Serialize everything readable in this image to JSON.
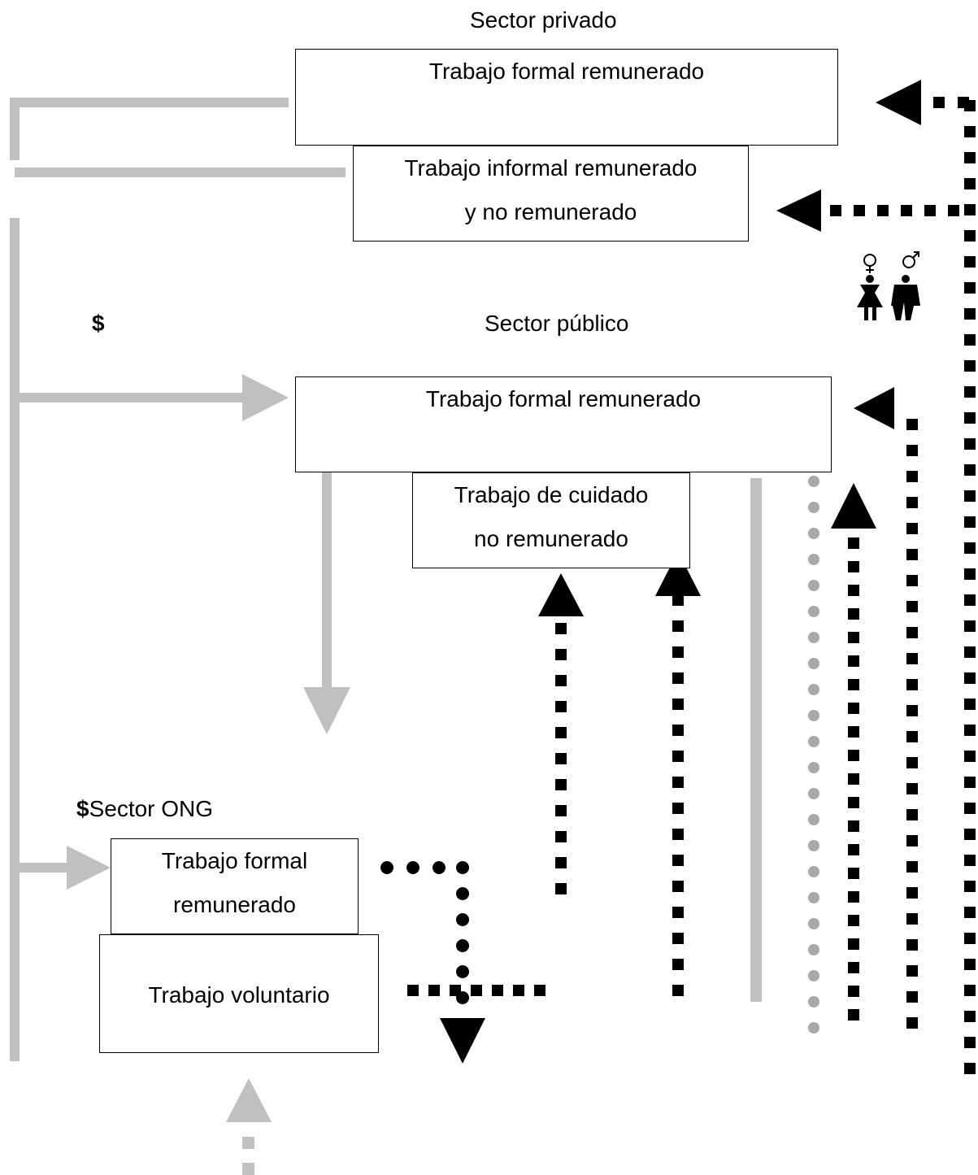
{
  "sectors": {
    "private": {
      "title": "Sector privado",
      "formal": [
        "Trabajo formal remunerado"
      ],
      "informal": [
        "Trabajo informal remunerado",
        "y no remunerado"
      ]
    },
    "public": {
      "currency": "$",
      "title": "Sector público",
      "formal": [
        "Trabajo formal remunerado"
      ],
      "care": [
        "Trabajo de cuidado",
        "no remunerado"
      ]
    },
    "ngo": {
      "currency": "$",
      "title": "Sector ONG",
      "formal": [
        "Trabajo formal",
        "remunerado"
      ],
      "volunteer": [
        "Trabajo voluntario"
      ]
    }
  },
  "icons": [
    "female-symbol-icon",
    "male-symbol-icon",
    "woman-figure-icon",
    "man-figure-icon"
  ],
  "colors": {
    "flow_gray": "#c0c0c0",
    "dot_gray": "#a8a8a8",
    "dash_black": "#000000"
  }
}
